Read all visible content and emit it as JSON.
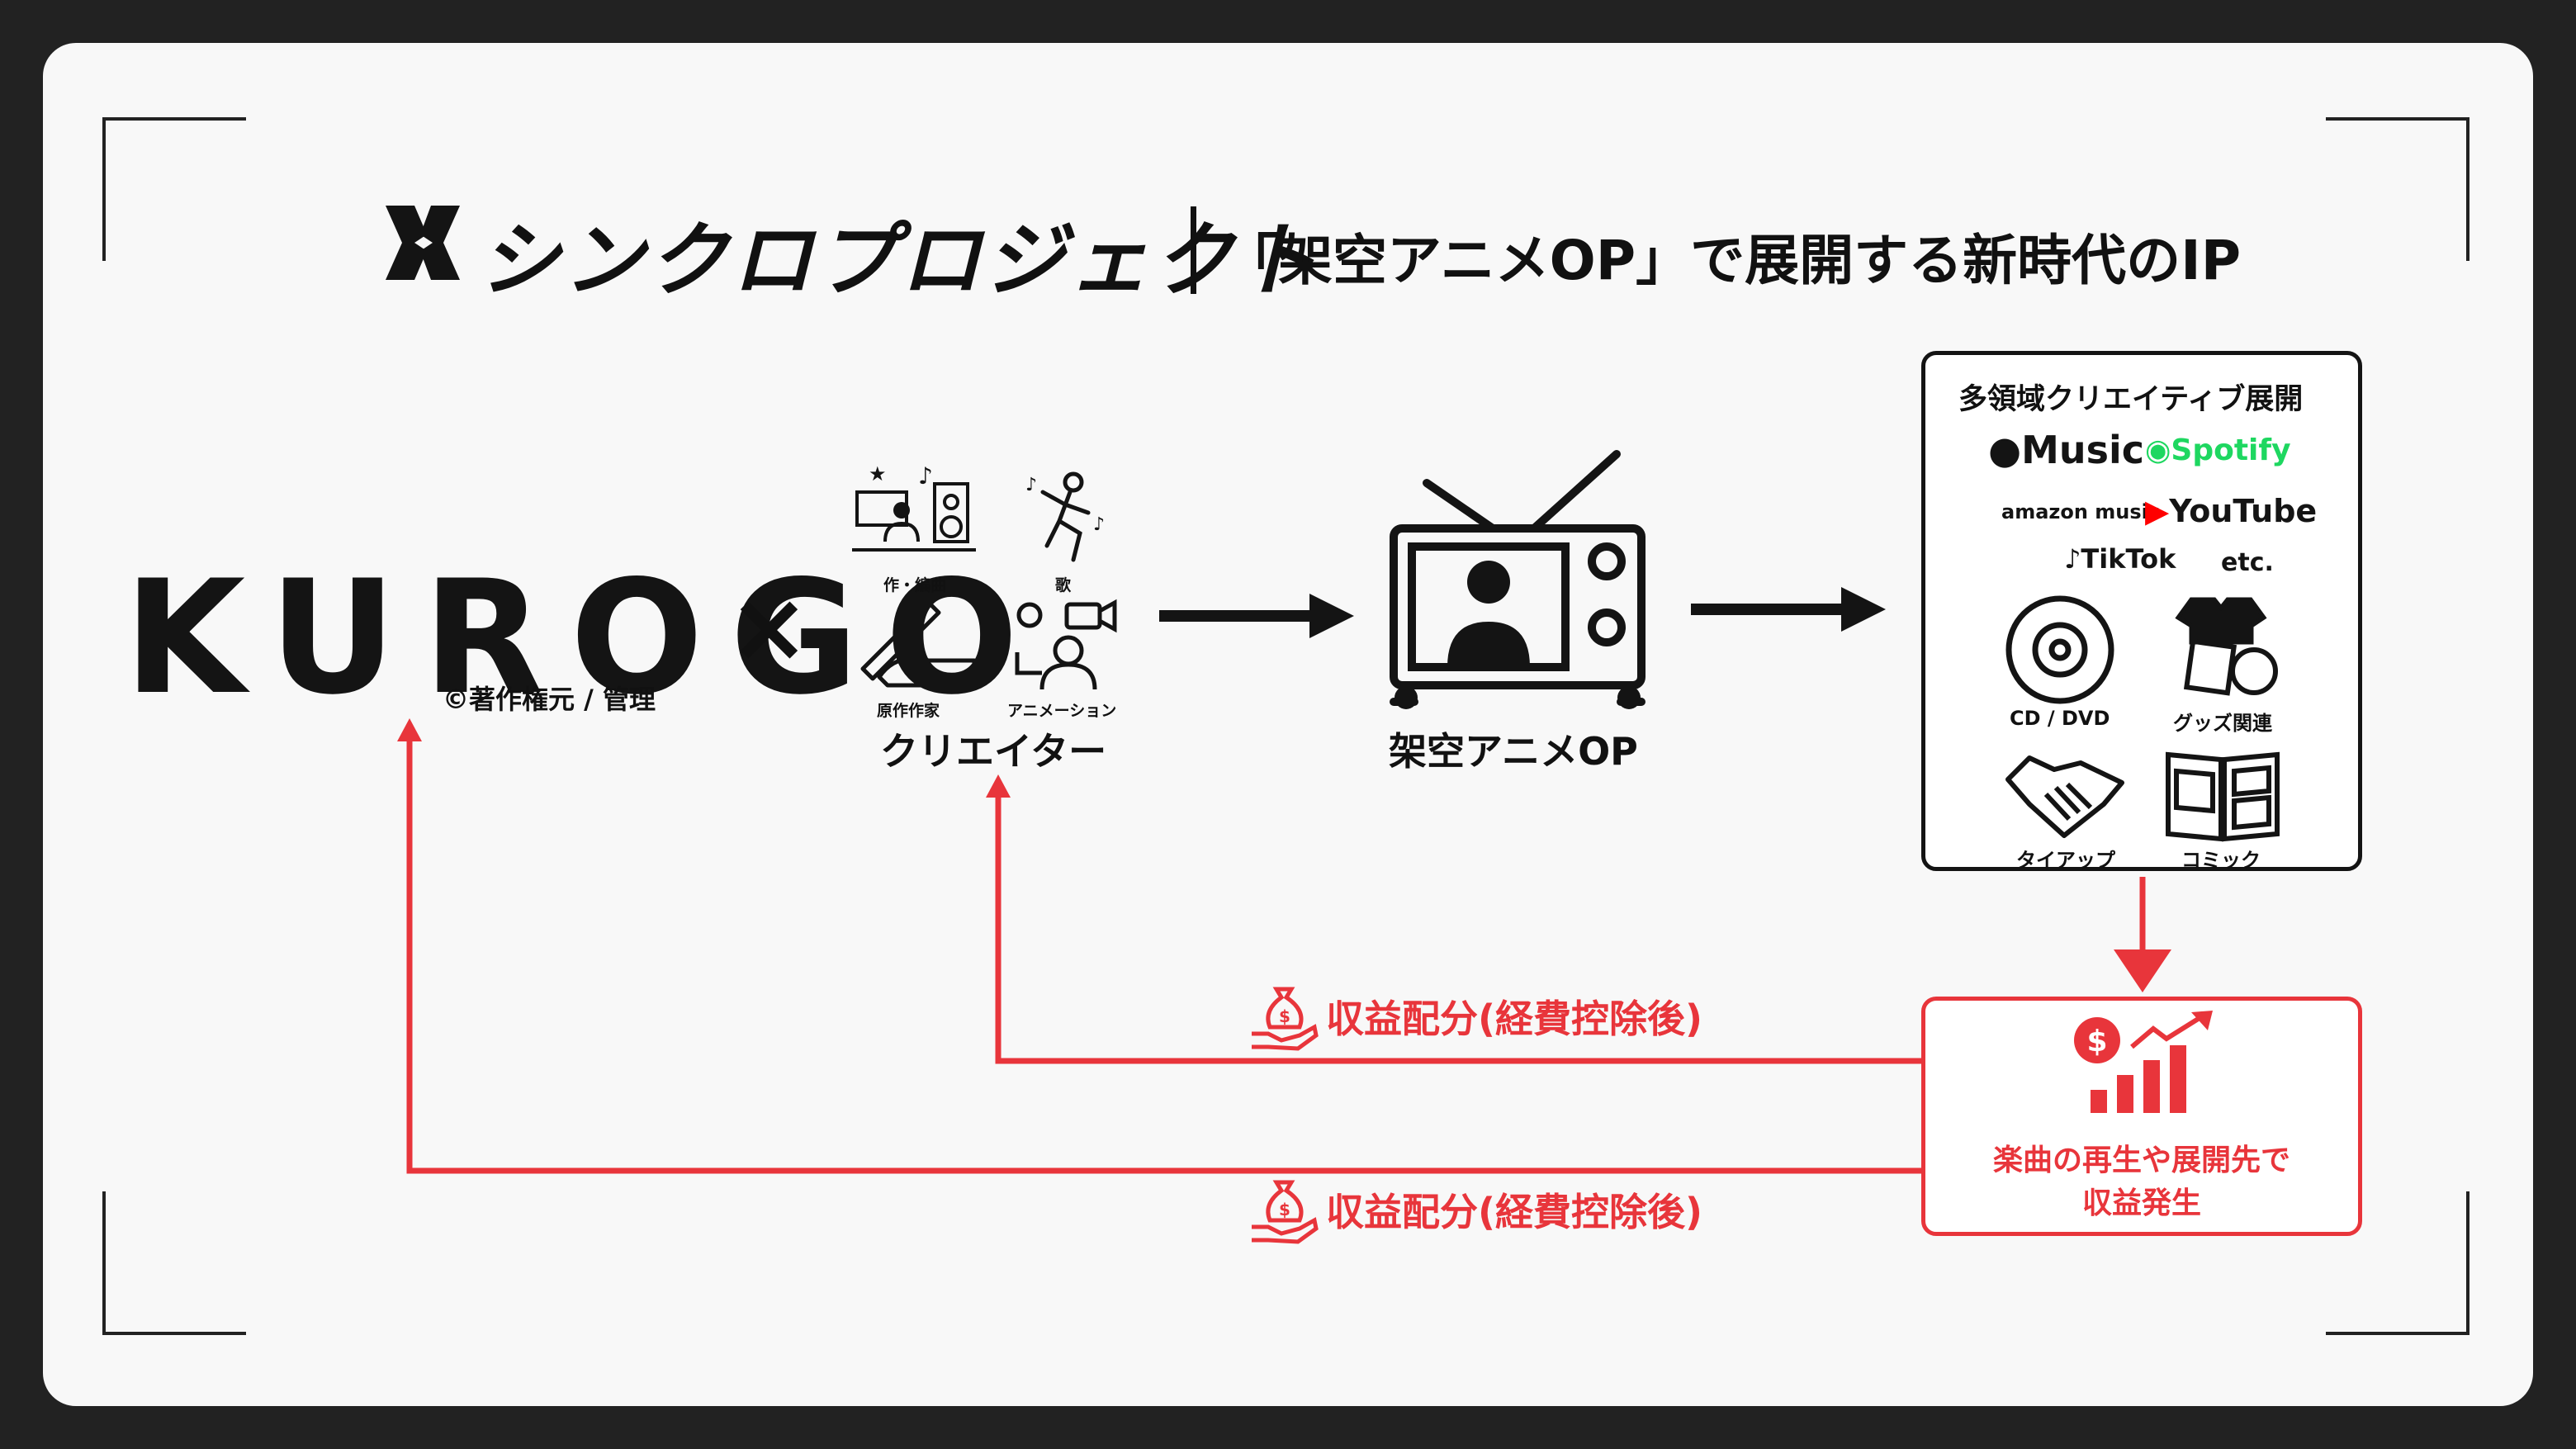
{
  "header": {
    "logo_text": "シンクロプロジェクト",
    "subtitle": "「架空アニメOP」で展開する新時代のIP"
  },
  "left": {
    "brand": "KUROGO",
    "cross": "×",
    "copyright": "©著作権元 / 管理"
  },
  "creators": {
    "labels": [
      "作・編曲",
      "歌",
      "原作作家",
      "アニメーション"
    ],
    "title": "クリエイター"
  },
  "anime": {
    "title": "架空アニメOP"
  },
  "development": {
    "title": "多領域クリエイティブ展開",
    "services": [
      "Music",
      "Spotify",
      "amazon music",
      "YouTube",
      "TikTok",
      "etc."
    ],
    "items": [
      "CD / DVD",
      "グッズ関連",
      "タイアップ",
      "コミック"
    ]
  },
  "revenue": {
    "text_line1": "楽曲の再生や展開先で",
    "text_line2": "収益発生",
    "share_label_1": "収益配分(経費控除後)",
    "share_label_2": "収益配分(経費控除後)"
  },
  "colors": {
    "background": "#222222",
    "card": "#f8f8f8",
    "ink": "#141414",
    "accent_red": "#e8353b",
    "spotify_green": "#1ed760",
    "youtube_red": "#ff0000"
  }
}
